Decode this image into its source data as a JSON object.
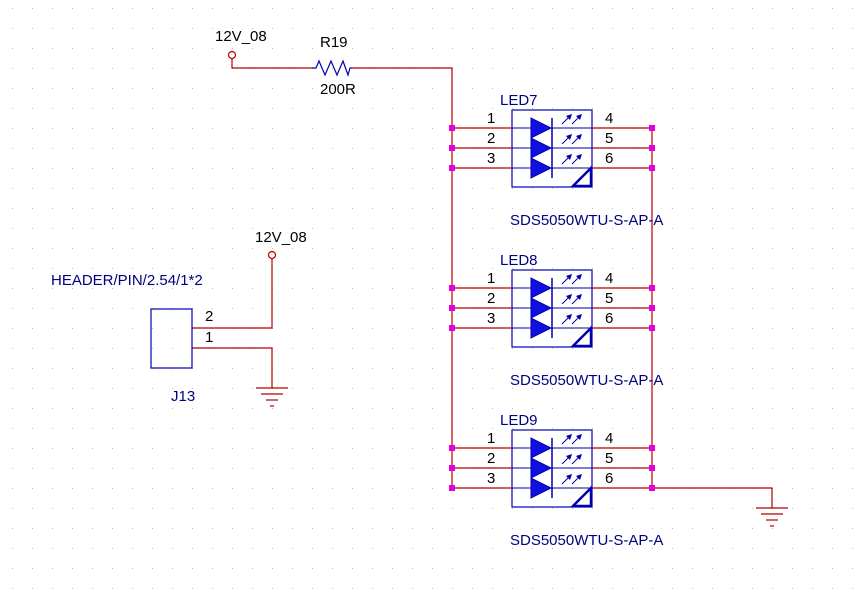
{
  "colors": {
    "background": "#ffffff",
    "wire": "#b40000",
    "component": "#0000b0",
    "led_fill": "#1010e0",
    "text": "#000000",
    "ref_text": "#000080",
    "junction": "#e000e0",
    "grid_dot": "#b8b8b8"
  },
  "power_labels": [
    "12V_08",
    "12V_08"
  ],
  "resistor": {
    "ref": "R19",
    "value": "200R"
  },
  "connector": {
    "part": "HEADER/PIN/2.54/1*2",
    "ref": "J13",
    "pins": [
      "2",
      "1"
    ]
  },
  "leds": [
    {
      "ref": "LED7",
      "part": "SDS5050WTU-S-AP-A",
      "left_pins": [
        "1",
        "2",
        "3"
      ],
      "right_pins": [
        "4",
        "5",
        "6"
      ]
    },
    {
      "ref": "LED8",
      "part": "SDS5050WTU-S-AP-A",
      "left_pins": [
        "1",
        "2",
        "3"
      ],
      "right_pins": [
        "4",
        "5",
        "6"
      ]
    },
    {
      "ref": "LED9",
      "part": "SDS5050WTU-S-AP-A",
      "left_pins": [
        "1",
        "2",
        "3"
      ],
      "right_pins": [
        "4",
        "5",
        "6"
      ]
    }
  ]
}
